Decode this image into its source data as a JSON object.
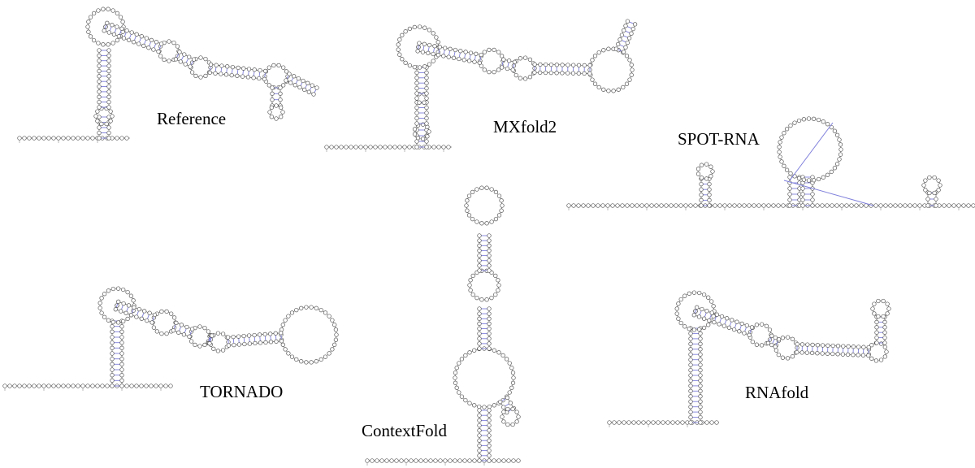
{
  "panels": [
    {
      "id": "reference",
      "label": "Reference"
    },
    {
      "id": "mxfold2",
      "label": "MXfold2"
    },
    {
      "id": "spot-rna",
      "label": "SPOT-RNA"
    },
    {
      "id": "tornado",
      "label": "TORNADO"
    },
    {
      "id": "contextfold",
      "label": "ContextFold"
    },
    {
      "id": "rnafold",
      "label": "RNAfold"
    }
  ],
  "colors": {
    "nucleotide_outline": "#555555",
    "base_pair": "#7f7fdc",
    "backbone": "#444444",
    "label": "#000000"
  }
}
